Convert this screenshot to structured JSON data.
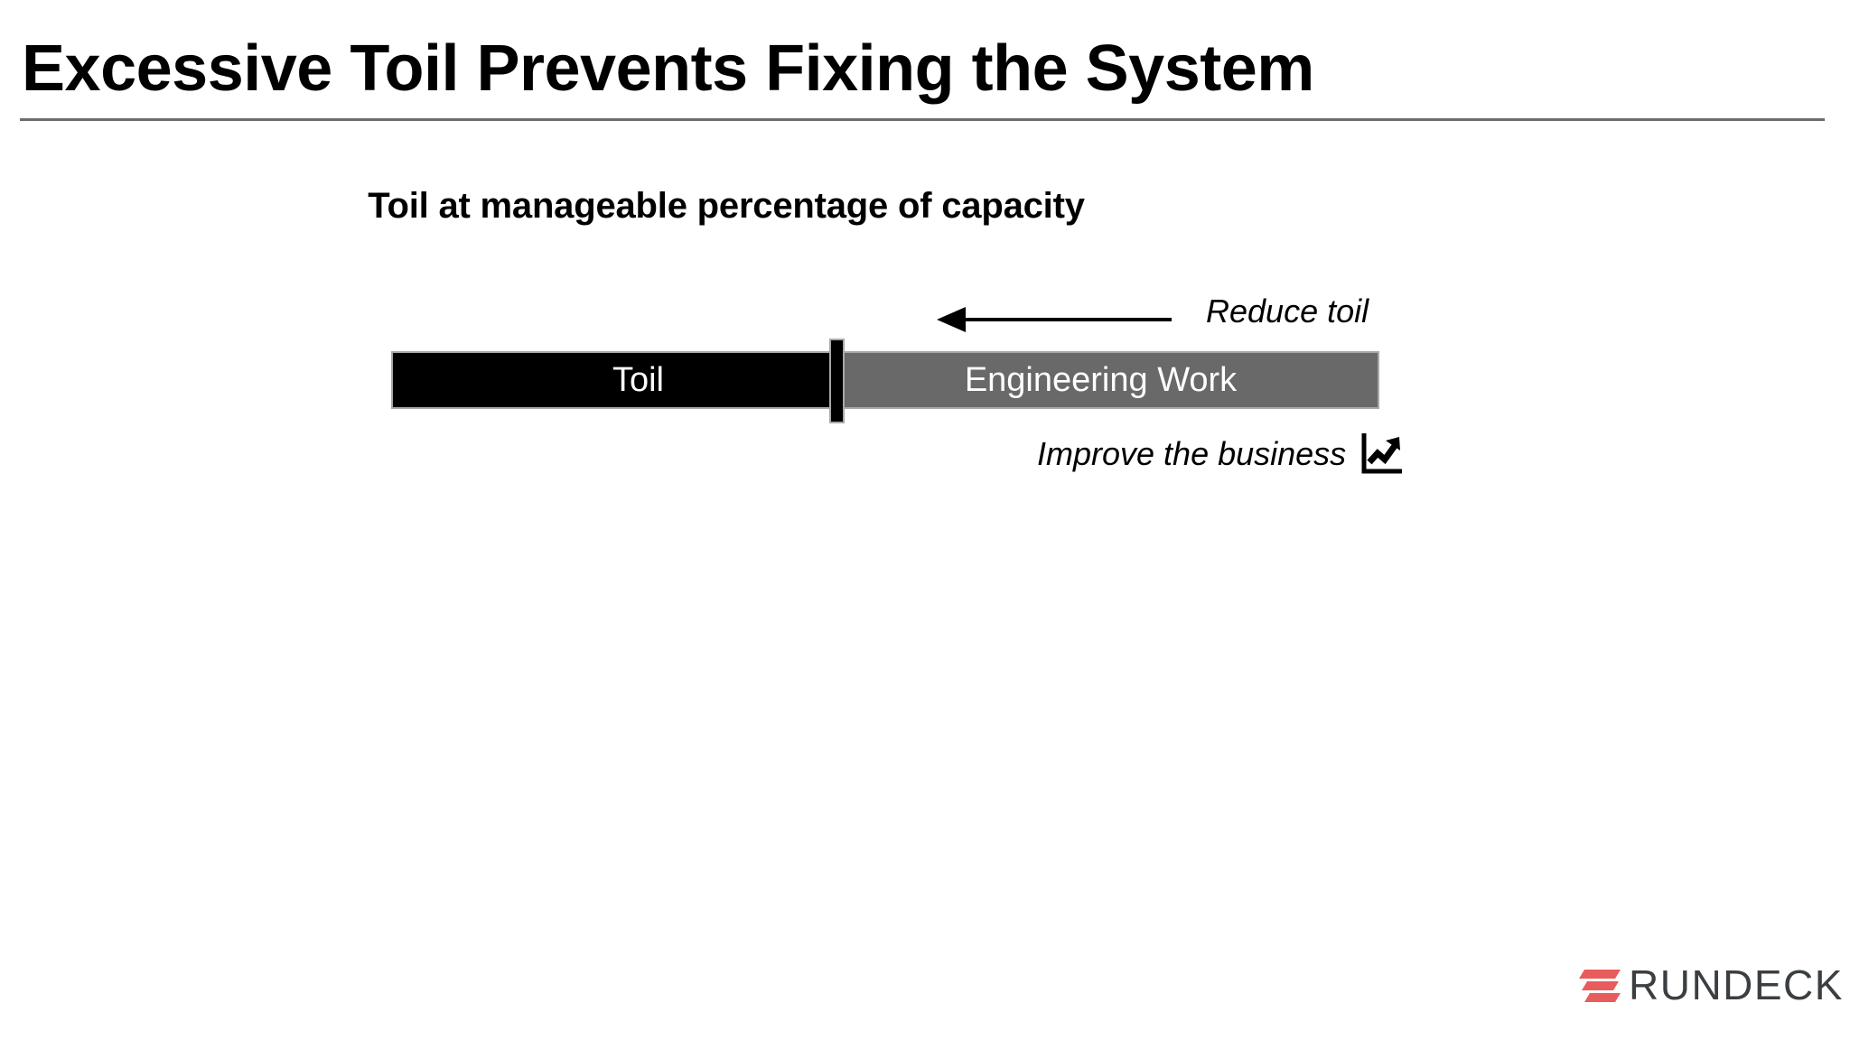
{
  "slide": {
    "title": "Excessive Toil Prevents Fixing the System",
    "subtitle": "Toil at manageable percentage of capacity"
  },
  "diagram": {
    "type": "stacked-capacity-bar",
    "total_label": "capacity",
    "segments": [
      {
        "label": "Toil",
        "color": "#000000",
        "text_color": "#ffffff",
        "share_pct": 45
      },
      {
        "label": "Engineering Work",
        "color": "#696969",
        "text_color": "#ffffff",
        "share_pct": 55
      }
    ],
    "divider": {
      "name": "capacity-divider-handle",
      "color": "#000000",
      "position_pct": 45
    },
    "annotations": [
      {
        "label": "Reduce toil",
        "direction": "left",
        "style": "italic",
        "icon": "left-arrow-icon"
      },
      {
        "label": "Improve the business",
        "direction": "none",
        "style": "italic",
        "icon": "growth-chart-icon"
      }
    ]
  },
  "branding": {
    "logo_text": "RUNDECK",
    "logo_mark_color": "#e85c5c",
    "logo_text_color": "#3b3f42"
  },
  "colors": {
    "background": "#ffffff",
    "rule": "#6d6d6d",
    "toil": "#000000",
    "engineering": "#696969",
    "bar_border": "#a8a8a8",
    "accent": "#e85c5c"
  }
}
